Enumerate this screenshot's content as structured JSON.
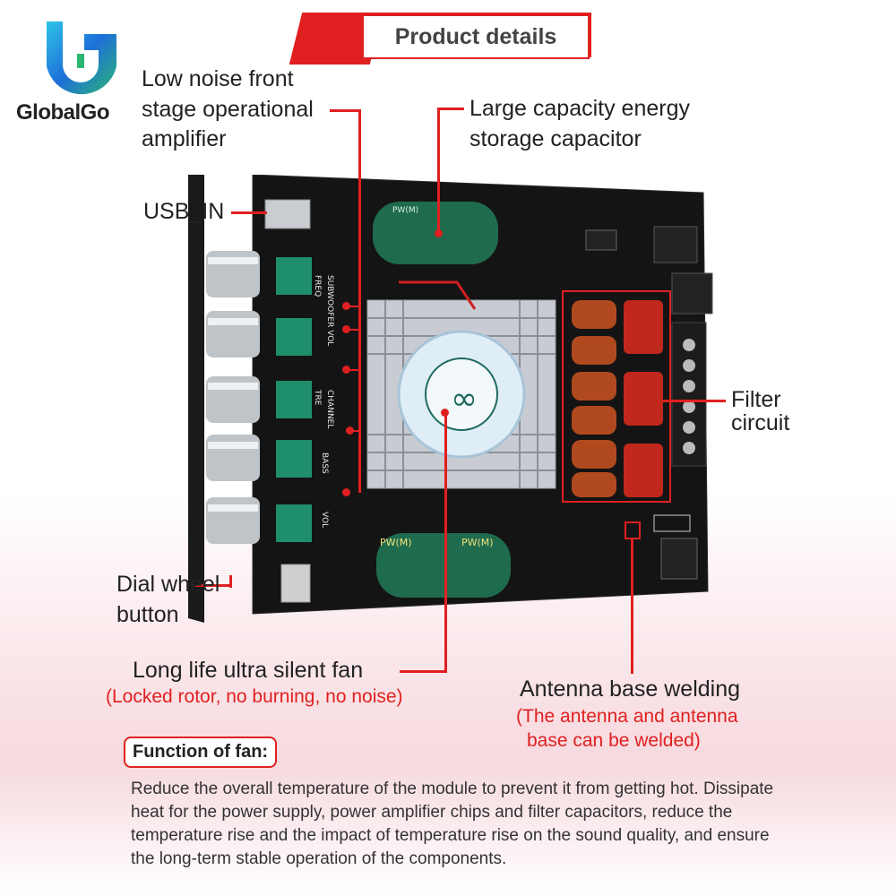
{
  "header": {
    "title": "Product details"
  },
  "brand": {
    "name": "GlobalGo"
  },
  "labels": {
    "opamp": [
      "Low noise front",
      "stage operational",
      "amplifier"
    ],
    "capacitor": [
      "Large capacity energy",
      "storage capacitor"
    ],
    "usb": "USB_IN",
    "filter": [
      "Filter",
      "circuit"
    ],
    "dial": [
      "Dial wheel",
      "button"
    ],
    "fan": "Long life ultra silent fan",
    "fan_sub": "(Locked rotor, no burning, no noise)",
    "antenna": "Antenna base welding",
    "antenna_sub": [
      "(The antenna and antenna",
      "base can be welded)"
    ]
  },
  "board_text": {
    "cap_top": "PW(M)",
    "cap_bottom_a": "PW(M)",
    "cap_bottom_b": "PW(M)",
    "silk_freq": "FREQ",
    "silk_sub": "SUBWOOFER VOL",
    "silk_tre": "TRE",
    "silk_channel": "CHANNEL",
    "silk_bass": "BASS",
    "silk_vol": "VOL"
  },
  "fan_function": {
    "title": "Function of fan:",
    "description": "Reduce the overall temperature of the module to prevent it from getting hot. Dissipate heat for the power supply, power amplifier chips and filter capacitors, reduce the temperature rise and the impact of temperature rise on the sound quality, and ensure the long-term stable operation of the components."
  },
  "colors": {
    "accent": "#e02020",
    "board": "#151515",
    "capacitor": "#1f6b4e",
    "inductor": "#b04a1e"
  }
}
